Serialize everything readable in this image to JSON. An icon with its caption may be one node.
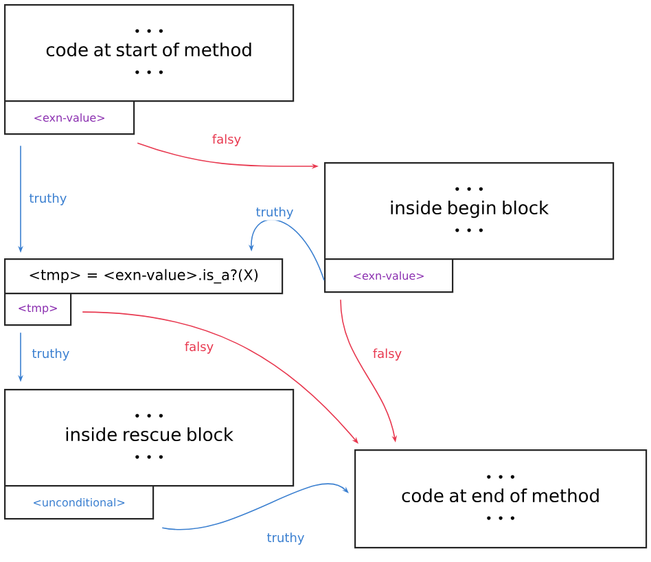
{
  "diagram": {
    "nodes": [
      {
        "text": [
          "• • •",
          "code at start of method",
          "• • •"
        ]
      },
      {
        "text": [
          "<exn-value>"
        ]
      },
      {
        "text": [
          "• • •",
          "inside begin block",
          "• • •"
        ]
      },
      {
        "text": [
          "<exn-value>"
        ]
      },
      {
        "text": [
          "<tmp> = <exn-value>.is_a?(X)"
        ]
      },
      {
        "text": [
          "<tmp>"
        ]
      },
      {
        "text": [
          "• • •",
          "inside rescue block",
          "• • •"
        ]
      },
      {
        "text": [
          "<unconditional>"
        ]
      },
      {
        "text": [
          "• • •",
          "code at end of method",
          "• • •"
        ]
      }
    ],
    "edges": [
      {
        "from": 1,
        "to": 4,
        "arrow": "to",
        "label": "truthy"
      },
      {
        "from": 1,
        "to": 2,
        "arrow": "to",
        "label": "falsy",
        "color": "#e8384f"
      },
      {
        "from": 3,
        "to": 4,
        "arrow": "to",
        "label": "truthy"
      },
      {
        "from": 3,
        "to": 8,
        "arrow": "to",
        "label": "falsy",
        "color": "#e8384f"
      },
      {
        "from": 5,
        "to": 6,
        "arrow": "to",
        "label": "truthy"
      },
      {
        "from": 5,
        "to": 8,
        "arrow": "to",
        "label": "falsy",
        "color": "#e8384f"
      },
      {
        "from": 7,
        "to": 8,
        "arrow": "to",
        "label": "truthy"
      }
    ]
  }
}
